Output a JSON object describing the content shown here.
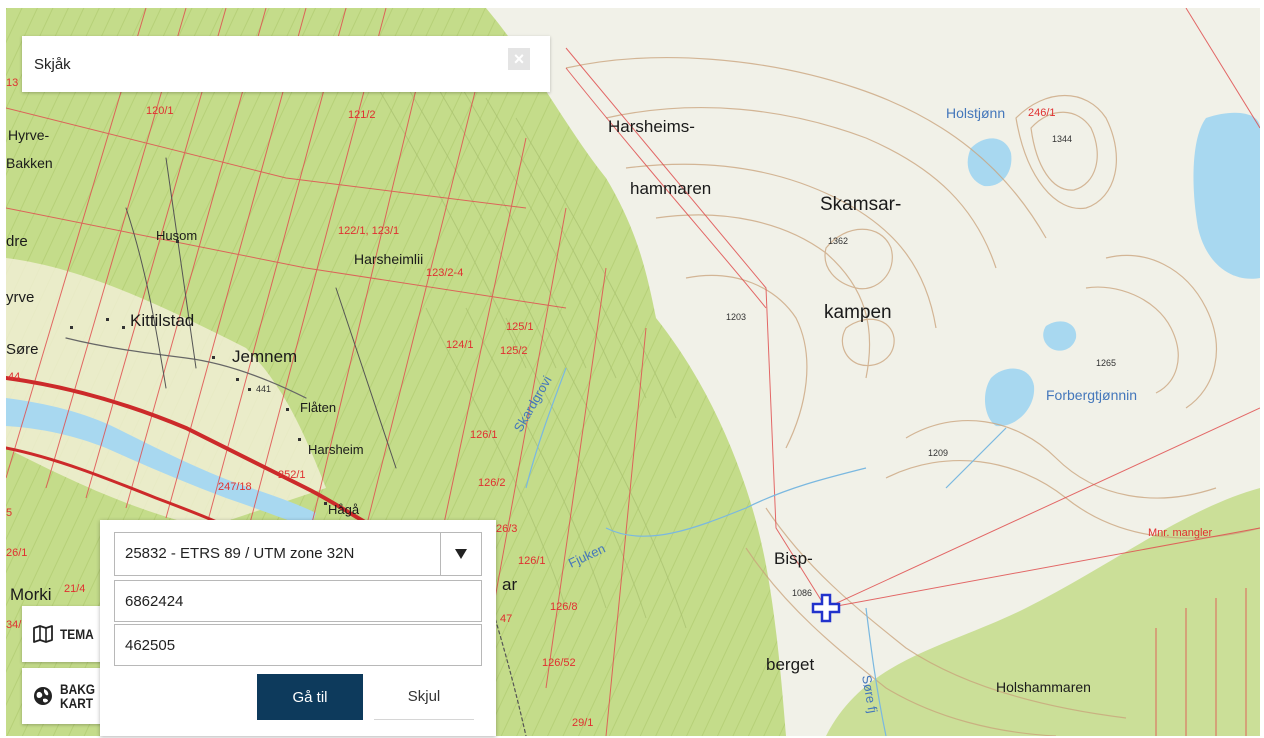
{
  "search": {
    "value": "Skjåk",
    "clear_icon": "close-icon"
  },
  "tools": {
    "tema_label": "TEMA",
    "tema_icon": "map-icon",
    "bakgrunn_label": "BAKG\nKART",
    "bakgrunn_icon": "globe-icon"
  },
  "coordinates": {
    "crs_selected": "25832 - ETRS 89 / UTM zone 32N",
    "crs_dropdown_icon": "triangle-down-icon",
    "north_value": "6862424",
    "east_value": "462505",
    "goto_label": "Gå til",
    "hide_label": "Skjul"
  },
  "map": {
    "marker_icon": "crosshair-plus-icon",
    "colors": {
      "forest": "#c4dc8a",
      "open_land": "#f1f1e8",
      "water": "#a8d8f0",
      "contour": "#c9a27a",
      "property_line": "#e05050",
      "road": "#cc2a2a",
      "marker": "#2233cc",
      "water_label": "#4477bb"
    },
    "place_names": {
      "harsheims": "Harsheims-",
      "hammaren": "hammaren",
      "skamsar": "Skamsar-",
      "kampen": "kampen",
      "holstjonn": "Holstjønn",
      "forbergtjonnin": "Forbergtjønnin",
      "hyrve": "Hyrve-",
      "bakken": "Bakken",
      "dre": "dre",
      "yrve": "yrve",
      "sore": "Søre",
      "kittilstad": "Kittilstad",
      "jemnem": "Jemnem",
      "husom": "Husom",
      "harsheimlii": "Harsheimlii",
      "flaten": "Flåten",
      "harsheim": "Harsheim",
      "haga": "Hågå",
      "bisp": "Bisp-",
      "berget": "berget",
      "holshammaren": "Holshammaren",
      "morki": "Morki",
      "skardgrovi": "Skardgrovi",
      "fjuken": "Fjuken",
      "sore_fj": "Søre fj",
      "ar": "ar",
      "mnr_mangler": "Mnr. mangler"
    },
    "elevations": {
      "e1344": "1344",
      "e1362": "1362",
      "e1203": "1203",
      "e1265": "1265",
      "e1209": "1209",
      "e1086": "1086",
      "e441": "441"
    },
    "parcels": {
      "p120_1": "120/1",
      "p121_2": "121/2",
      "p122": "122/1, 123/1",
      "p123_24": "123/2-4",
      "p124_1": "124/1",
      "p125_1": "125/1",
      "p125_2": "125/2",
      "p126_1a": "126/1",
      "p126_2": "126/2",
      "p126_3": "26/3",
      "p126_1b": "126/1",
      "p126_8": "126/8",
      "p126_52": "126/52",
      "p246_1": "246/1",
      "p252_1": "252/1",
      "p247_18": "247/18",
      "p26_1": "26/1",
      "p21_4": "21/4",
      "p29_1": "29/1",
      "p13": "13",
      "p5": "5",
      "p47": "47",
      "p44": "44",
      "p34": "34/"
    }
  }
}
